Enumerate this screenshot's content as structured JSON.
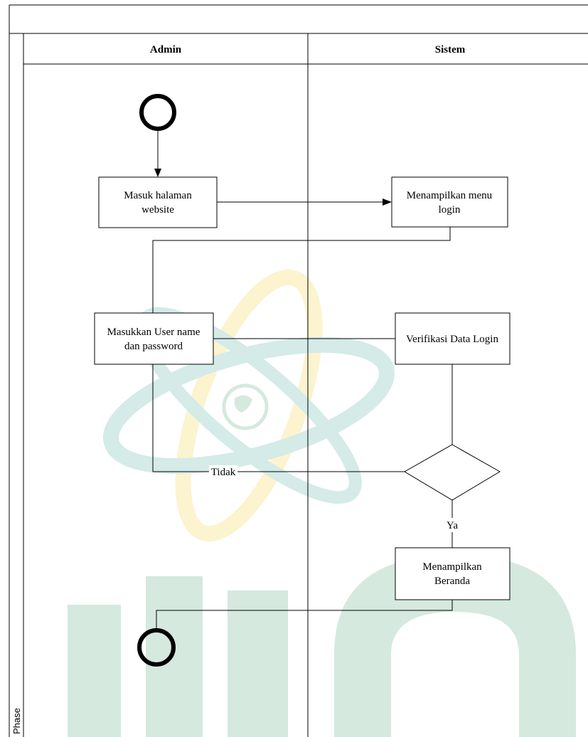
{
  "diagram": {
    "phase_label": "Phase",
    "lanes": [
      {
        "id": "admin",
        "title": "Admin"
      },
      {
        "id": "sistem",
        "title": "Sistem"
      }
    ],
    "nodes": {
      "masuk_halaman": {
        "lines": [
          "Masuk halaman",
          "website"
        ]
      },
      "menampilkan_login": {
        "lines": [
          "Menampilkan menu",
          "login"
        ]
      },
      "masukkan_user": {
        "lines": [
          "Masukkan User name",
          "dan password"
        ]
      },
      "verifikasi": {
        "lines": [
          "Verifikasi Data Login"
        ]
      },
      "menampilkan_beranda": {
        "lines": [
          "Menampilkan",
          "Beranda"
        ]
      }
    },
    "edge_labels": {
      "tidak": "Tidak",
      "ya": "Ya"
    }
  },
  "watermark": {
    "colors": {
      "green": "#2f8f5c",
      "yellow": "#f1c40f",
      "teal": "#2a9a8e"
    }
  }
}
